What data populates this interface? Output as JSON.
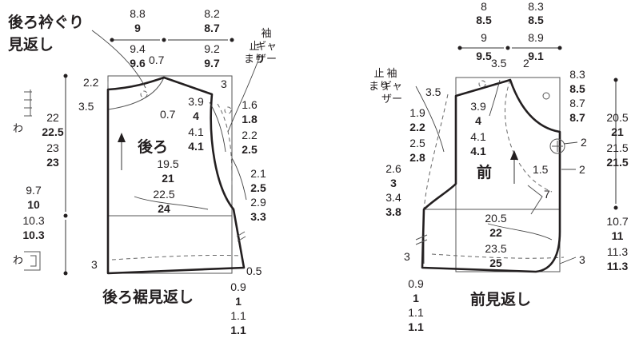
{
  "back": {
    "title": [
      "後ろ衿ぐり",
      "見返し"
    ],
    "name": "後ろ",
    "hem_facing": "後ろ裾見返し",
    "sleeve_gathering_stop": [
      "袖",
      "ギャ",
      "ザー",
      "止",
      "まり"
    ],
    "side_marks": [
      "わ",
      "わ"
    ],
    "neck_width": [
      "8.8",
      "9",
      "9.4",
      "9.6"
    ],
    "shoulder_width": [
      "8.2",
      "8.7",
      "9.2",
      "9.7"
    ],
    "length": [
      "22",
      "22.5",
      "23",
      "23"
    ],
    "hem_length": [
      "9.7",
      "10",
      "10.3",
      "10.3"
    ],
    "gather_1": [
      "3.9",
      "4",
      "4.1",
      "4.1"
    ],
    "gather_2": [
      "1.6",
      "1.8",
      "2.2",
      "2.5"
    ],
    "gather_3": [
      "2.1",
      "2.5",
      "2.9",
      "3.3"
    ],
    "bust": [
      "19.5",
      "21",
      "22.5",
      "24"
    ],
    "hem_width": [
      "0.9",
      "1",
      "1.1",
      "1.1"
    ],
    "marks": {
      "neck_drop": "2.2",
      "shoulder_slope": "3",
      "neck_curve": "0.7",
      "neck_curve_2": "0.7",
      "facing_width": "3.5",
      "hem_facing_width": "3",
      "side_offset": "0.5"
    }
  },
  "front": {
    "name": "前",
    "facing": "前見返し",
    "sleeve_gathering_stop": [
      "袖",
      "ギャ",
      "ザー",
      "止",
      "まり"
    ],
    "neck_width": [
      "8",
      "8.5",
      "9",
      "9.5"
    ],
    "shoulder_width": [
      "8.3",
      "8.5",
      "8.9",
      "9.1"
    ],
    "length": [
      "20.5",
      "21",
      "21.5",
      "21.5"
    ],
    "hem_length": [
      "10.7",
      "11",
      "11.3",
      "11.3"
    ],
    "shoulder_drop": [
      "8.3",
      "8.5",
      "8.7",
      "8.7"
    ],
    "gather_1": [
      "3.9",
      "4",
      "4.1",
      "4.1"
    ],
    "gather_2": [
      "1.9",
      "2.2",
      "2.5",
      "2.8"
    ],
    "gather_3": [
      "2.6",
      "3",
      "3.4",
      "3.8"
    ],
    "bust": [
      "20.5",
      "22",
      "23.5",
      "25"
    ],
    "hem_width": [
      "0.9",
      "1",
      "1.1",
      "1.1"
    ],
    "marks": {
      "neck_offset": "3.5",
      "facing_width": "3.5",
      "neck_drop": "2",
      "button": "2",
      "button_2": "2",
      "button_offset": "1.5",
      "dart": "7",
      "hem_facing_left": "3",
      "hem_facing_right": "3"
    }
  }
}
